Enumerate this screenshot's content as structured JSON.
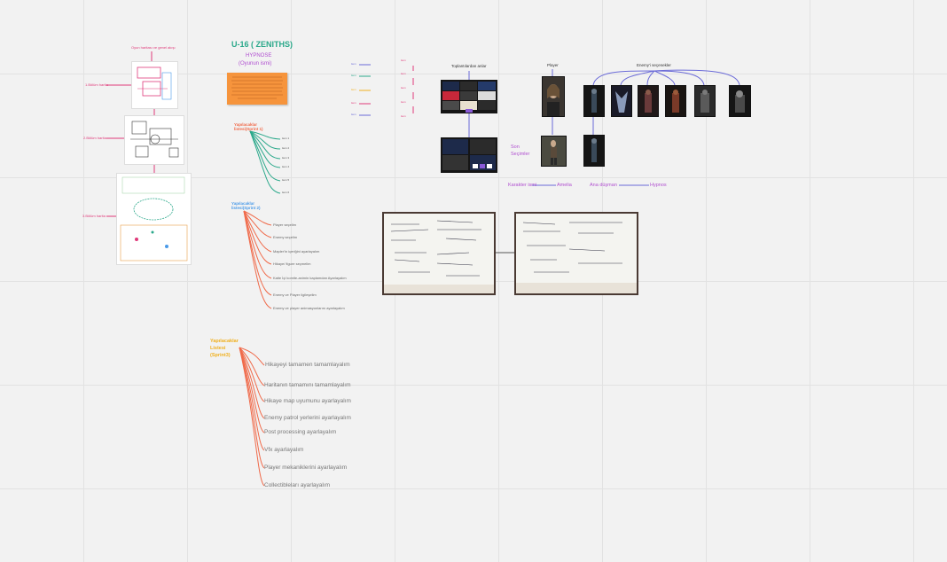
{
  "board": {
    "title": "U-16 ( ZENITHS)",
    "game_name": "HYPNOSE",
    "game_name_note": "(Oyunun ismi)"
  },
  "colors": {
    "teal": "#2aa88a",
    "purple": "#b04fd0",
    "orange": "#f06a4a",
    "blue": "#4a9ae8",
    "yellow": "#f0b020",
    "pink": "#e03a7a",
    "violet": "#6b6bd8"
  },
  "left_column": {
    "top_label": "Oyun haritası ve genel akışı",
    "label_1": "1.Bölüm harita",
    "label_2": "2.Bölüm harita",
    "label_3": "3.Bölüm harita"
  },
  "sprint1": {
    "header_1": "Yapılacaklar",
    "header_2": "listesi(Sprint 1)",
    "items": [
      "item 1",
      "item 2",
      "item 3",
      "item 4",
      "item 5",
      "item 6"
    ]
  },
  "sprint2": {
    "header_1": "Yapılacaklar",
    "header_2": "listesi(Sprint 2)",
    "items": [
      "Player seçelim",
      "Enemy seçelim",
      "Mapler'in içeriğini ayarlayalım",
      "Hikaye/ figure seçmelim",
      "Katie İçi komite-animin kaplamdan Ayarlayalım",
      "Enemy ve Player ilgileşelim",
      "Enemy ve player animasyonlarını ayarlayalım"
    ]
  },
  "sprint3": {
    "header_1": "Yapılacaklar",
    "header_2": "Listesi",
    "header_3": "(Sprint3)",
    "items": [
      "Hikayeyi tamamen tamamlayalım",
      "Haritanın tamamını tamamlayalım",
      "Hikaye map uyumunu ayarlayalım",
      "Enemy patrol yerlerini ayarlayalım",
      "Post processing ayarlayalım",
      "Vfx  ayarlayalım",
      "Player mekaniklerini ayarlayalım",
      "Collectibleları ayarlayalım"
    ]
  },
  "flows": {
    "middle_left_labels": [
      "item",
      "item",
      "item",
      "item",
      "item"
    ],
    "middle_right_labels": [
      "item",
      "item",
      "item",
      "item",
      "item"
    ]
  },
  "gallery": {
    "screens_label": "Toplantılardan anlar",
    "player_label": "Player",
    "enemy_label": "Enemy'i seçenekler",
    "final_label_1": "Son",
    "final_label_2": "Seçimler",
    "character_name_label": "Karakter ismi",
    "character_name": "Amelia",
    "enemy_name_label": "Ana düşman",
    "enemy_name": "Hypnos"
  }
}
